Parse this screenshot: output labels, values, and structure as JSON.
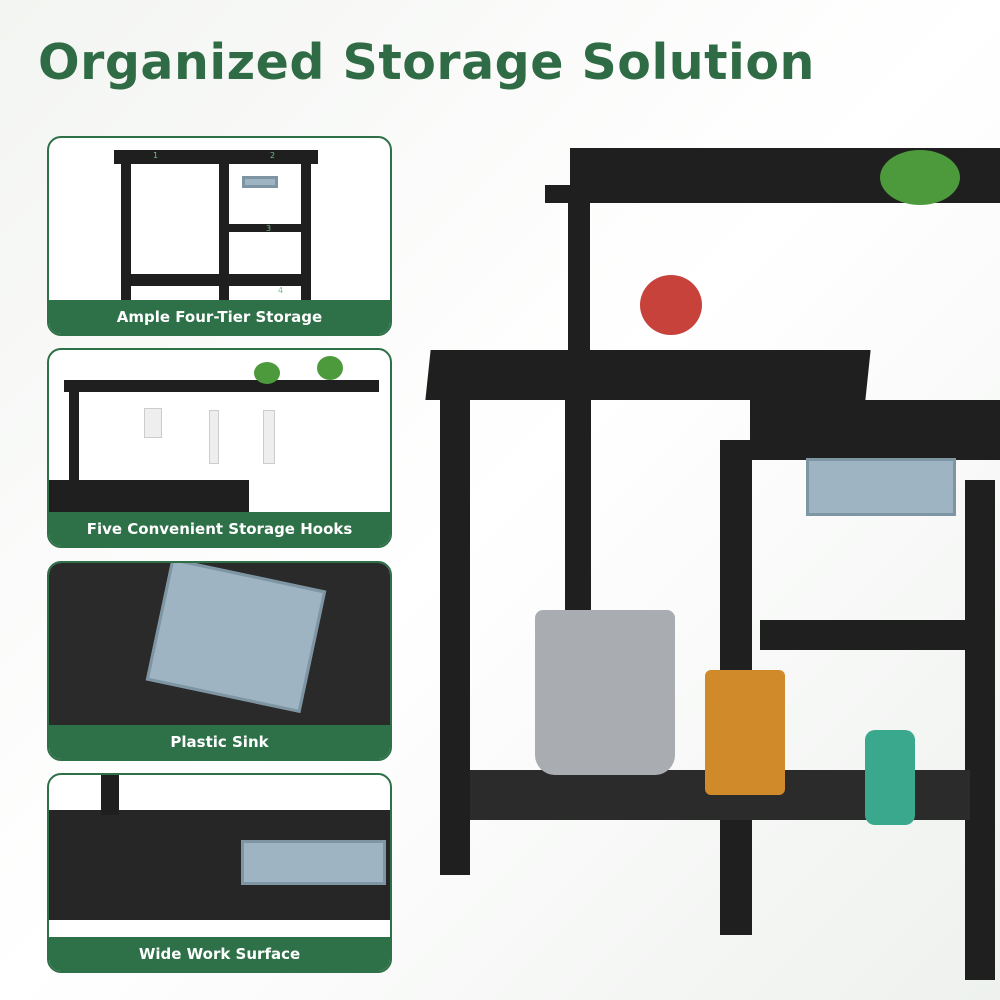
{
  "title": "Organized Storage Solution",
  "panels": [
    {
      "label": "Ample Four-Tier Storage",
      "markers": [
        "1",
        "2",
        "3",
        "4"
      ]
    },
    {
      "label": "Five Convenient Storage Hooks"
    },
    {
      "label": "Plastic Sink"
    },
    {
      "label": "Wide Work Surface"
    }
  ],
  "colors": {
    "accent": "#2e7048",
    "title": "#2f6b45",
    "wood": "#1f1f1f",
    "sink": "#9fb4c2"
  }
}
